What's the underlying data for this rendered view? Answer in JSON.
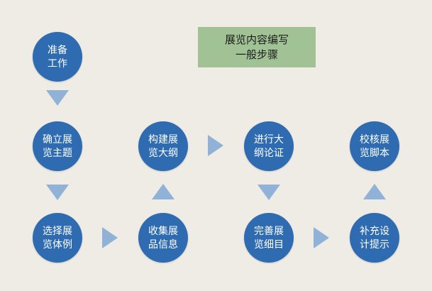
{
  "title": {
    "line1": "展览内容编写",
    "line2": "一般步骤"
  },
  "steps": [
    {
      "line1": "准备",
      "line2": "工作"
    },
    {
      "line1": "确立展",
      "line2": "览主题"
    },
    {
      "line1": "选择展",
      "line2": "览体例"
    },
    {
      "line1": "收集展",
      "line2": "品信息"
    },
    {
      "line1": "构建展",
      "line2": "览大纲"
    },
    {
      "line1": "进行大",
      "line2": "纲论证"
    },
    {
      "line1": "完善展",
      "line2": "览细目"
    },
    {
      "line1": "补充设",
      "line2": "计提示"
    },
    {
      "line1": "校核展",
      "line2": "览脚本"
    }
  ],
  "colors": {
    "background": "#efece6",
    "node": "#2e6bb0",
    "arrow": "#8fb2d6",
    "title_box": "#a0c294"
  }
}
